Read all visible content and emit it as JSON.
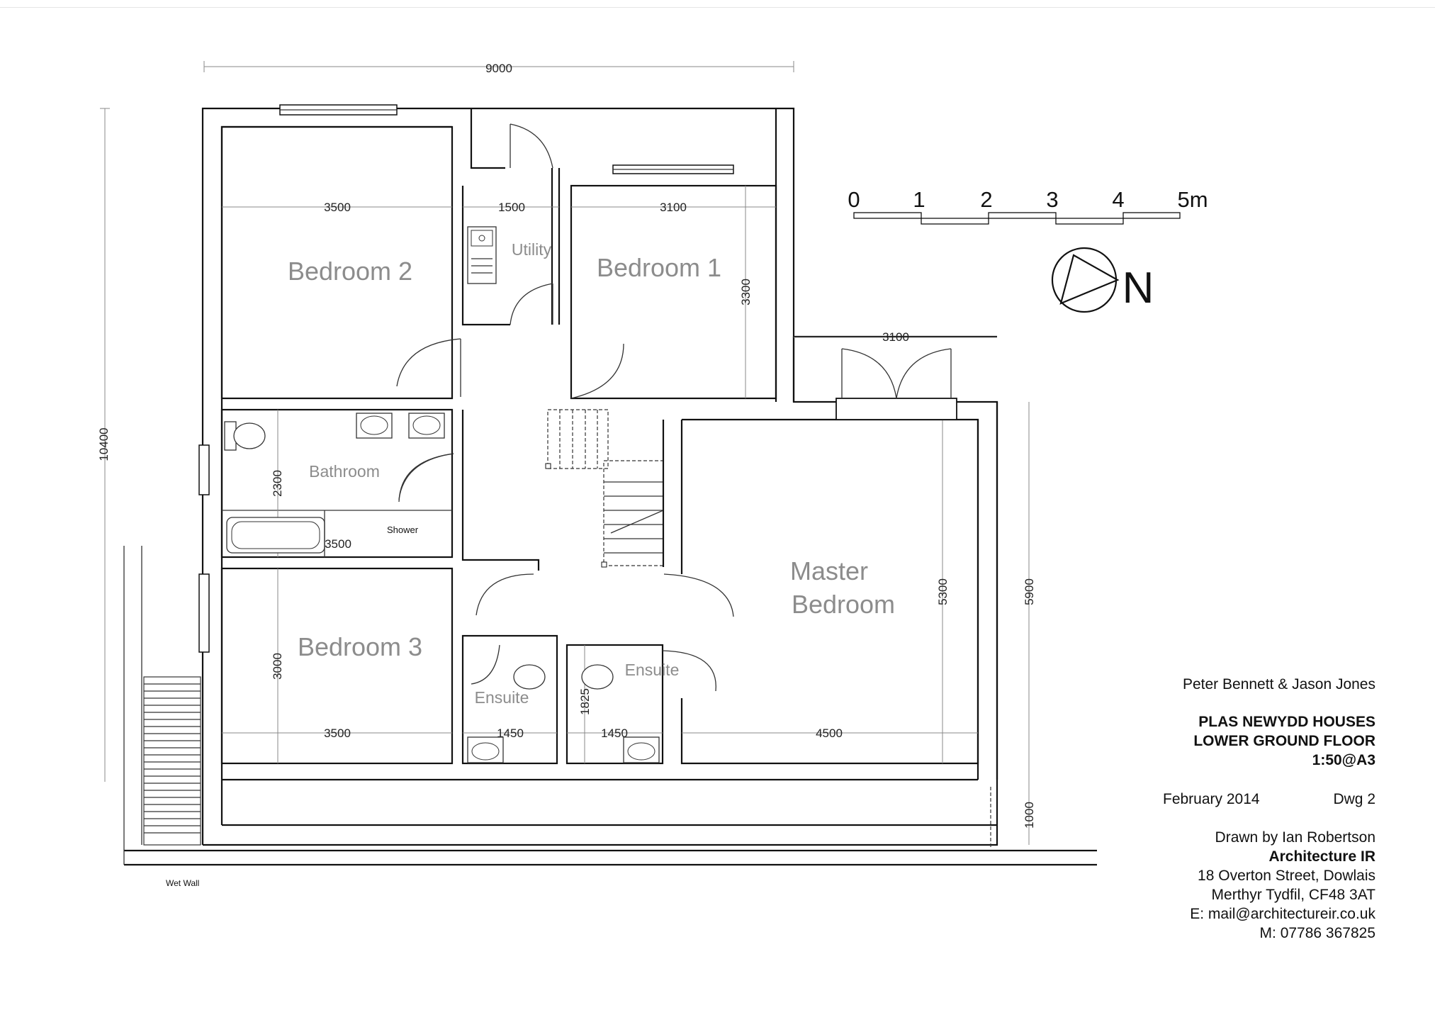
{
  "rooms": {
    "bedroom2": "Bedroom 2",
    "bedroom1": "Bedroom 1",
    "utility": "Utility",
    "bathroom": "Bathroom",
    "shower": "Shower",
    "bedroom3": "Bedroom 3",
    "master_line1": "Master",
    "master_line2": "Bedroom",
    "ensuite_a": "Ensuite",
    "ensuite_b": "Ensuite",
    "wet_wall": "Wet Wall"
  },
  "dimensions": {
    "overall_width": "9000",
    "overall_depth": "10400",
    "bed2_width": "3500",
    "utility_width": "1500",
    "bed1_width": "3100",
    "bed1_depth": "3300",
    "patio_width": "3100",
    "bath_depth": "2300",
    "bath_width": "3500",
    "bed3_depth": "3000",
    "bed3_width": "3500",
    "ensuite_a_width": "1450",
    "ensuite_b_width": "1450",
    "ensuite_depth": "1825",
    "master_width": "4500",
    "master_depth": "5300",
    "right_depth": "5900",
    "bottom_gap": "1000"
  },
  "scale_bar": {
    "labels": [
      "0",
      "1",
      "2",
      "3",
      "4",
      "5m"
    ]
  },
  "north_label": "N",
  "title_block": {
    "authors": "Peter Bennett & Jason Jones",
    "project": "PLAS NEWYDD HOUSES",
    "sheet": "LOWER GROUND FLOOR",
    "scale": "1:50@A3",
    "date": "February 2014",
    "drawing_no": "Dwg 2",
    "drawn_by": "Drawn by Ian Robertson",
    "firm": "Architecture IR",
    "address1": "18 Overton Street, Dowlais",
    "address2": "Merthyr Tydfil, CF48 3AT",
    "email": "E: mail@architectureir.co.uk",
    "mobile": "M: 07786 367825"
  }
}
